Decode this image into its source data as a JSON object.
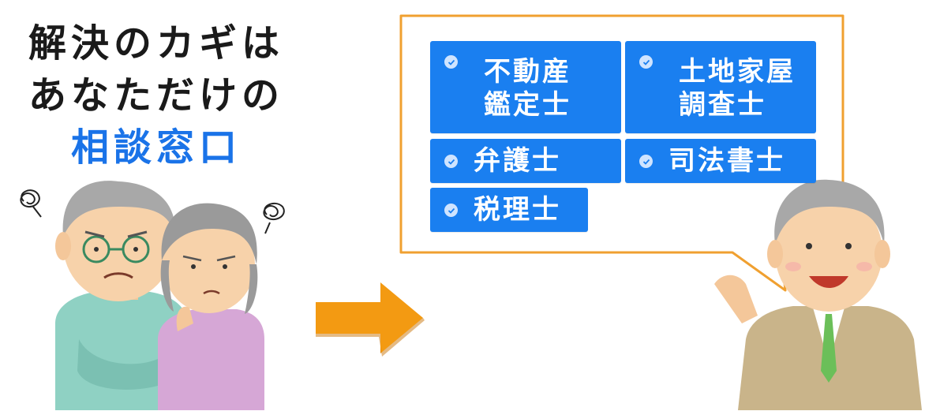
{
  "headline": {
    "line1": "解決のカギは",
    "line2": "あなただけの",
    "line3": "相談窓口"
  },
  "colors": {
    "accent_text": "#1a73e8",
    "tile_blue": "#1a7ff0",
    "bubble_border": "#f0a030",
    "arrow_orange": "#f39a12"
  },
  "professions": [
    {
      "label": "不動産\n鑑定士",
      "icon": "check-icon"
    },
    {
      "label": "土地家屋\n調査士",
      "icon": "check-icon"
    },
    {
      "label": "弁護士",
      "icon": "check-icon"
    },
    {
      "label": "司法書士",
      "icon": "check-icon"
    },
    {
      "label": "税理士",
      "icon": "check-icon"
    }
  ]
}
